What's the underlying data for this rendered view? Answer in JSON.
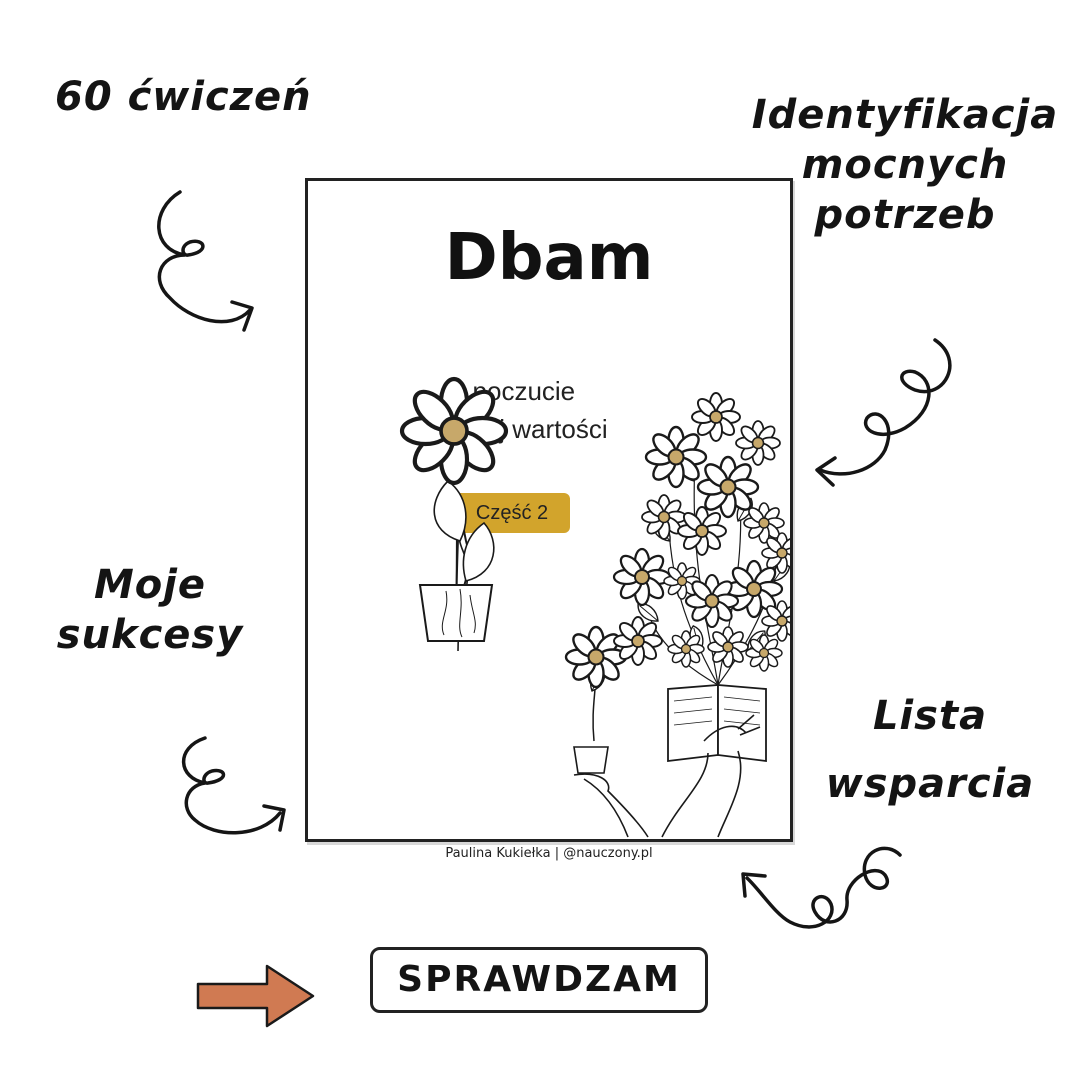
{
  "notes": {
    "exercises": "60 ćwiczeń",
    "strengths": [
      "Identyfikacja",
      "mocnych",
      "potrzeb"
    ],
    "successes": [
      "Moje",
      "sukcesy"
    ],
    "support": [
      "Lista",
      "wsparcia"
    ]
  },
  "book": {
    "title": "Dbam",
    "subtitle": [
      "o poczucie",
      "własnej wartości"
    ],
    "badge": "Część 2",
    "badge_color": "#d2a42c"
  },
  "credit": "Paulina Kukiełka | @nauczony.pl",
  "cta": {
    "label": "SPRAWDZAM",
    "arrow_color": "#d07a52"
  },
  "icons": [
    "curly-arrow-icon",
    "flower-icon",
    "right-arrow-icon"
  ]
}
